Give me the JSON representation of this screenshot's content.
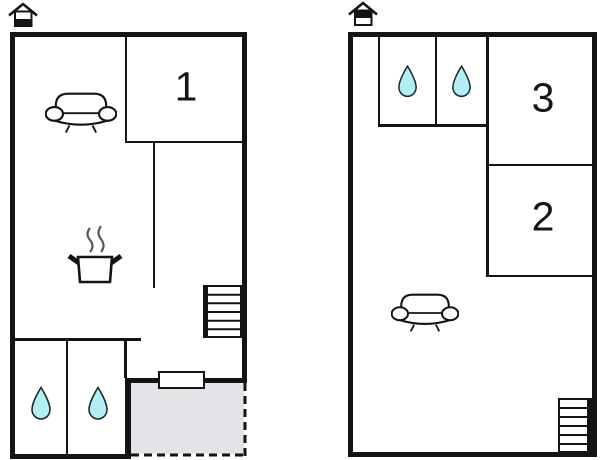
{
  "diagram": {
    "type": "floor-plan",
    "background": "#ffffff",
    "wall_color": "#141414",
    "water_drop_color": "#b5edf5",
    "terrace_color": "#e4e4e8",
    "floors": [
      {
        "id": "ground-floor",
        "level_icon": "house-level-ground-icon",
        "rooms": [
          {
            "label": "1"
          }
        ],
        "features": [
          "sofa-icon",
          "cooking-pot-icon",
          "stairs-icon",
          "water-drop-icon",
          "water-drop-icon",
          "entrance-door",
          "terrace-dashed-area"
        ]
      },
      {
        "id": "upper-floor",
        "level_icon": "house-level-upper-icon",
        "rooms": [
          {
            "label": "3"
          },
          {
            "label": "2"
          }
        ],
        "features": [
          "water-drop-icon",
          "water-drop-icon",
          "sofa-icon",
          "stairs-icon"
        ]
      }
    ]
  }
}
